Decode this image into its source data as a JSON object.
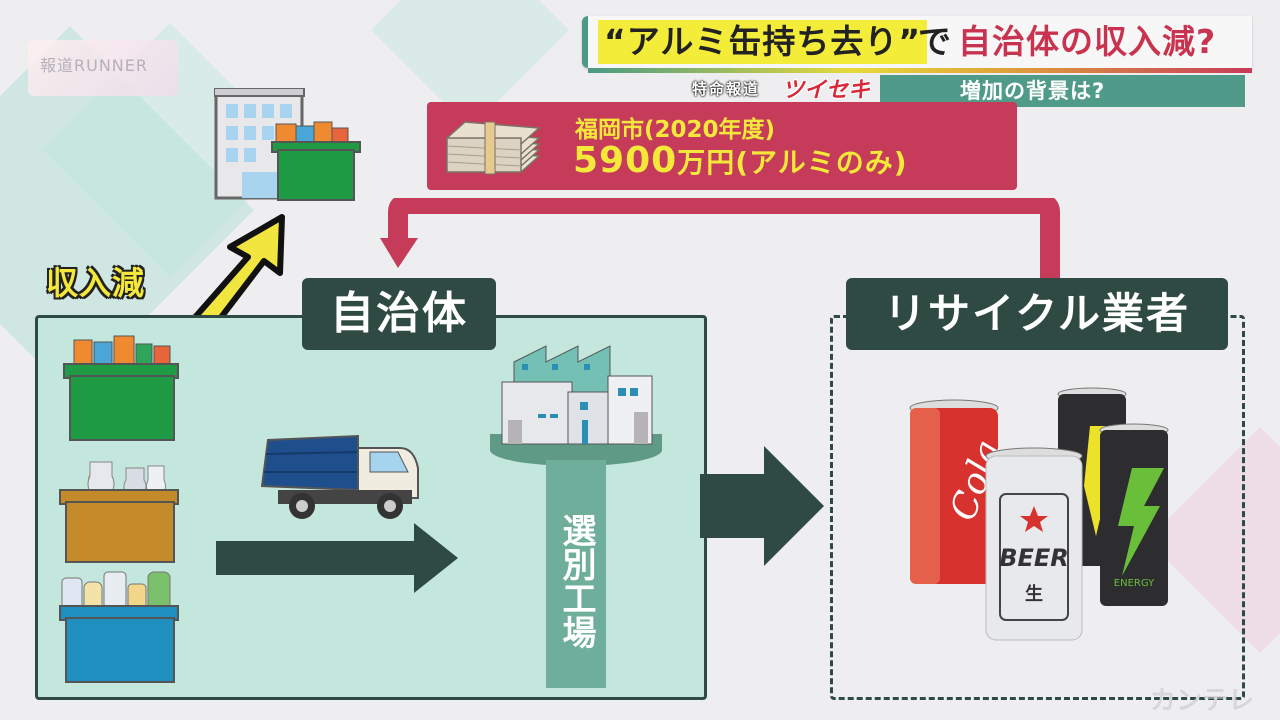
{
  "header": {
    "title_quoted": "“アルミ缶持ち去り”",
    "title_connector": "で",
    "title_main": "自治体の収入減?",
    "subtitle": "増加の背景は?",
    "program_name": "特命報道",
    "program_logo": "ツイセキ"
  },
  "watermark": "報道RUNNER",
  "revenue": {
    "city": "福岡市(2020年度)",
    "amount_number": "5900",
    "amount_unit": "万円(アルミのみ)"
  },
  "labels": {
    "income_down": "収入減",
    "municipality": "自治体",
    "recycler": "リサイクル業者",
    "sorting_plant": "選別工場"
  },
  "cans": {
    "cola": "Cola",
    "beer": "BEER",
    "beer_sub": "生",
    "energy": "ENERGY"
  },
  "corner_logo": "カンテレ",
  "colors": {
    "accent_red": "#c63b5a",
    "accent_yellow": "#f4e83a",
    "dark_green": "#2f4a42",
    "mint": "#c3e6dd",
    "teal": "#4f9a88"
  }
}
